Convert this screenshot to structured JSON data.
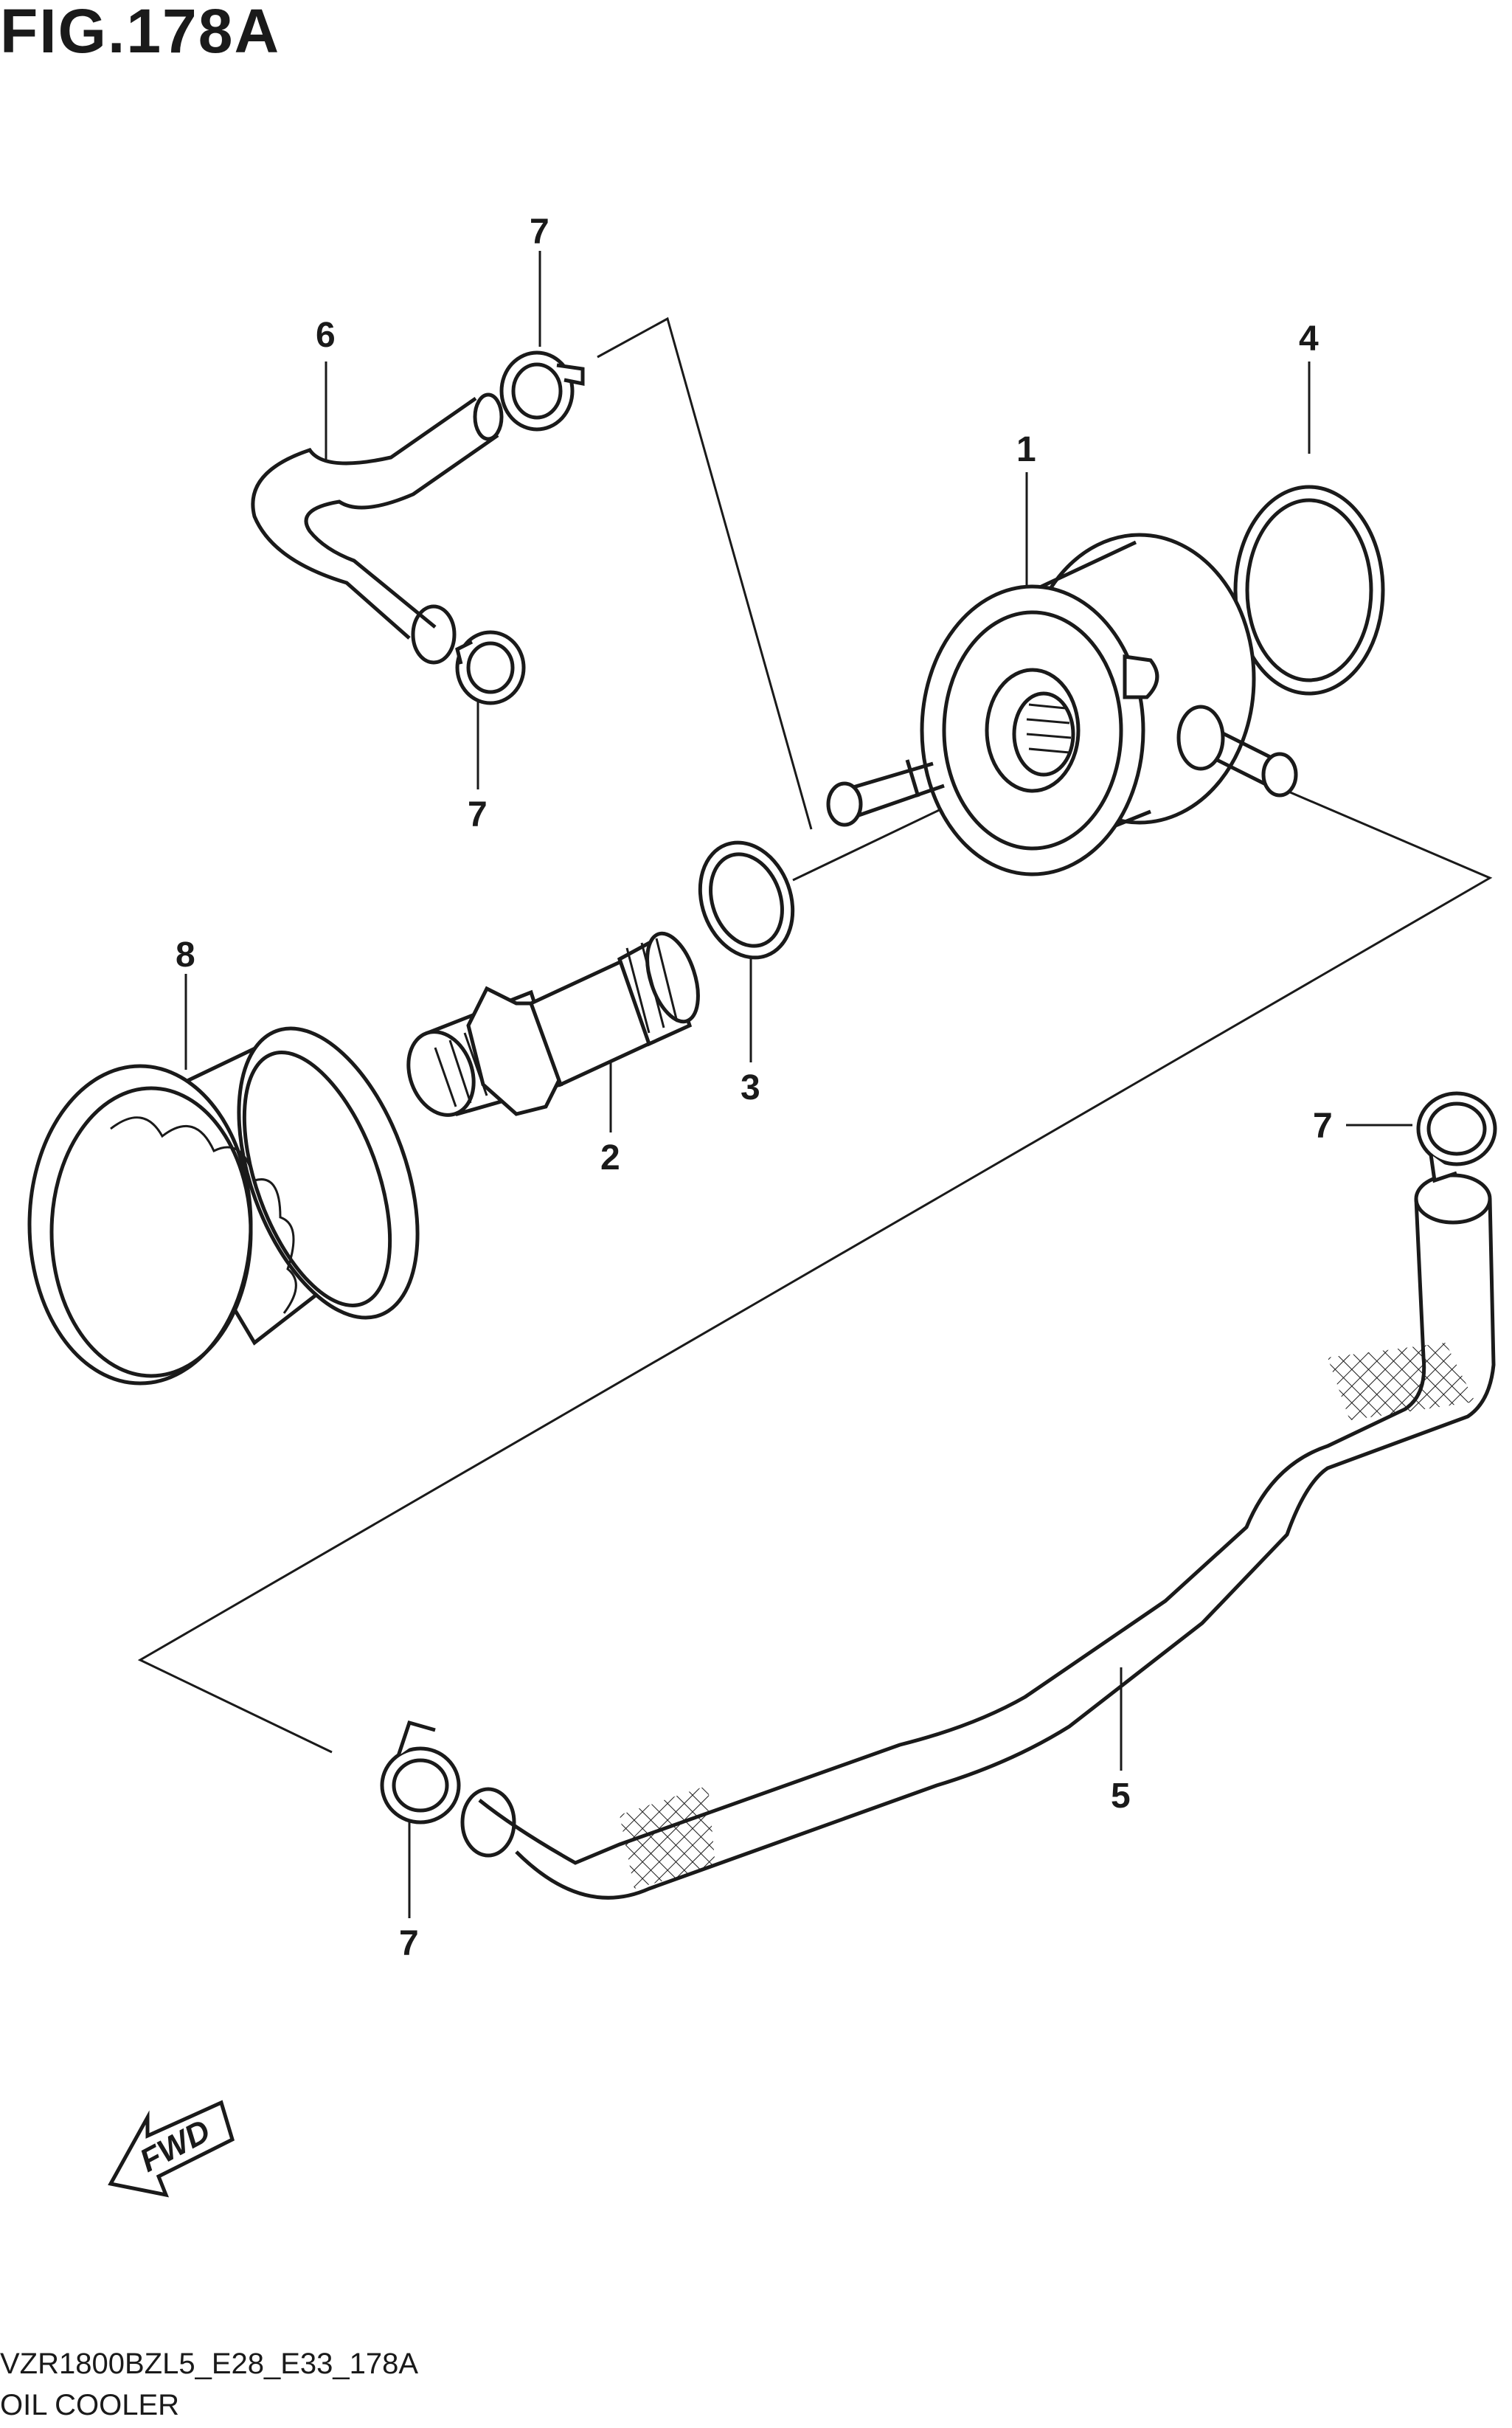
{
  "figure": {
    "title": "FIG.178A",
    "code": "VZR1800BZL5_E28_E33_178A",
    "name": "OIL COOLER"
  },
  "fwd_label": "FWD",
  "callouts": [
    {
      "id": "1",
      "label": "1"
    },
    {
      "id": "2",
      "label": "2"
    },
    {
      "id": "3",
      "label": "3"
    },
    {
      "id": "4",
      "label": "4"
    },
    {
      "id": "5",
      "label": "5"
    },
    {
      "id": "6",
      "label": "6"
    },
    {
      "id": "7a",
      "label": "7"
    },
    {
      "id": "7b",
      "label": "7"
    },
    {
      "id": "7c",
      "label": "7"
    },
    {
      "id": "7d",
      "label": "7"
    },
    {
      "id": "8",
      "label": "8"
    }
  ],
  "colors": {
    "line": "#1a1a1a",
    "background": "#ffffff"
  }
}
